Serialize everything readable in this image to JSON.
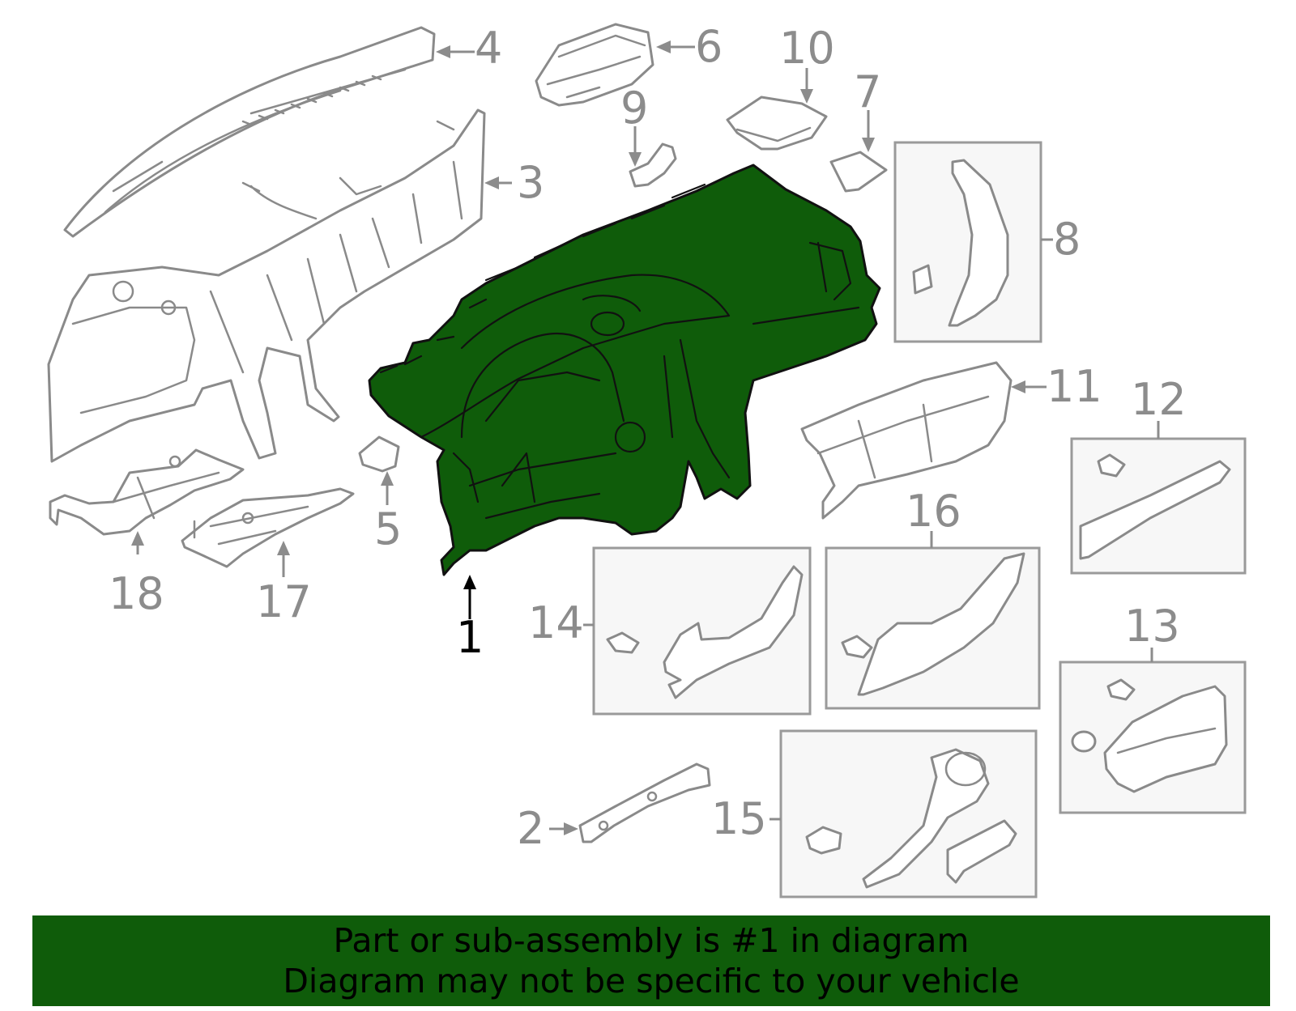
{
  "callouts": {
    "c1": "1",
    "c2": "2",
    "c3": "3",
    "c4": "4",
    "c5": "5",
    "c6": "6",
    "c7": "7",
    "c8": "8",
    "c9": "9",
    "c10": "10",
    "c11": "11",
    "c12": "12",
    "c13": "13",
    "c14": "14",
    "c15": "15",
    "c16": "16",
    "c17": "17",
    "c18": "18"
  },
  "selected_part": "1",
  "colors": {
    "highlight": "#0f5c0a",
    "part_outline": "#8a8a8a",
    "inset_background": "#f7f7f7"
  },
  "banner": {
    "line1": "Part or sub-assembly is #1 in diagram",
    "line2": "Diagram may not be specific to your vehicle"
  }
}
